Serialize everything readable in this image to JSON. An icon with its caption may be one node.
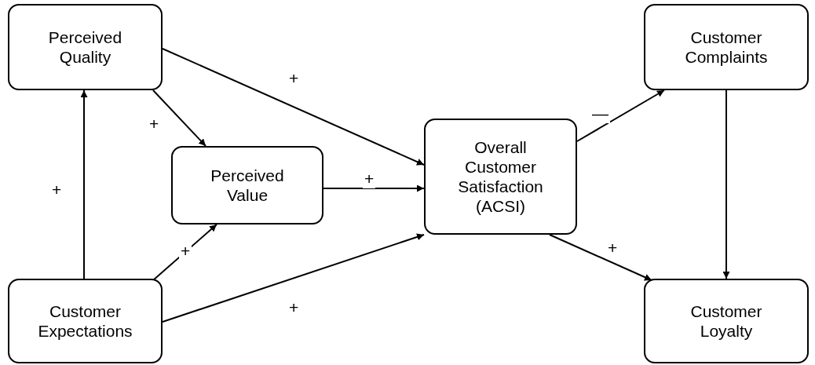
{
  "diagram": {
    "nodes": [
      {
        "text": [
          "Perceived Quality"
        ]
      },
      {
        "text": [
          "Perceived Value"
        ]
      },
      {
        "text": [
          "Overall Customer Satisfaction (ACSI)"
        ]
      },
      {
        "text": [
          "Customer Complaints"
        ]
      },
      {
        "text": [
          "Customer Expectations"
        ]
      },
      {
        "text": [
          "Customer Loyalty"
        ]
      }
    ],
    "edges": [
      {
        "from": 0,
        "to": 2,
        "arrow": "to",
        "label": "+"
      },
      {
        "from": 0,
        "to": 1,
        "arrow": "to",
        "label": "+"
      },
      {
        "from": 4,
        "to": 0,
        "arrow": "to",
        "label": "+"
      },
      {
        "from": 1,
        "to": 2,
        "arrow": "to",
        "label": "+"
      },
      {
        "from": 4,
        "to": 1,
        "arrow": "to",
        "label": "+"
      },
      {
        "from": 4,
        "to": 2,
        "arrow": "to",
        "label": "+"
      },
      {
        "from": 2,
        "to": 3,
        "arrow": "to",
        "label": "—"
      },
      {
        "from": 2,
        "to": 5,
        "arrow": "to",
        "label": "+"
      },
      {
        "from": 3,
        "to": 5,
        "arrow": "to"
      }
    ]
  }
}
